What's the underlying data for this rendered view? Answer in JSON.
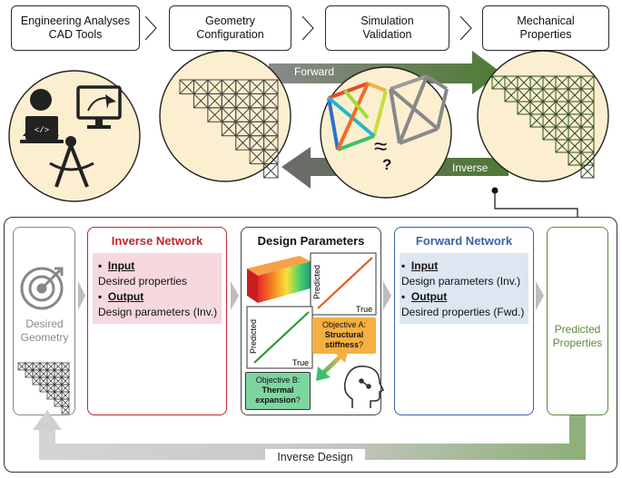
{
  "stages": [
    {
      "id": "s1",
      "label": "Engineering Analyses\nCAD Tools"
    },
    {
      "id": "s2",
      "label": "Geometry\nConfiguration"
    },
    {
      "id": "s3",
      "label": "Simulation\nValidation"
    },
    {
      "id": "s4",
      "label": "Mechanical\nProperties"
    }
  ],
  "arrows": {
    "forward": "Forward",
    "inverse": "Inverse"
  },
  "simulation": {
    "approx": "≈",
    "question": "?"
  },
  "panels": {
    "desired": {
      "label": "Desired\nGeometry"
    },
    "inverse_network": {
      "title": "Inverse Network",
      "input_label": "Input",
      "input_value": "Desired properties",
      "output_label": "Output",
      "output_value": "Design parameters (Inv.)"
    },
    "design_parameters": {
      "title": "Design Parameters",
      "plot_y": "Predicted",
      "plot_x": "True",
      "objective_a_prefix": "Objective A:",
      "objective_a": "Structural\nstiffness",
      "objective_a_q": "?",
      "objective_b_prefix": "Objective B:",
      "objective_b": "Thermal\nexpansion",
      "objective_b_q": "?"
    },
    "forward_network": {
      "title": "Forward Network",
      "input_label": "Input",
      "input_value": "Design parameters (Inv.)",
      "output_label": "Output",
      "output_value": "Desired properties (Fwd.)"
    },
    "predicted": {
      "label": "Predicted\nProperties"
    }
  },
  "loop": {
    "label": "Inverse Design"
  },
  "colors": {
    "inverse_red": "#c0262d",
    "forward_blue": "#3a62a8",
    "predicted_green": "#5b8a3a",
    "circle_fill": "#fcefcf",
    "arrow_gray": "#6b6b6b",
    "arrow_green": "#4f7a35",
    "objective_a": "#f5b041",
    "objective_b": "#7dd6a0"
  }
}
